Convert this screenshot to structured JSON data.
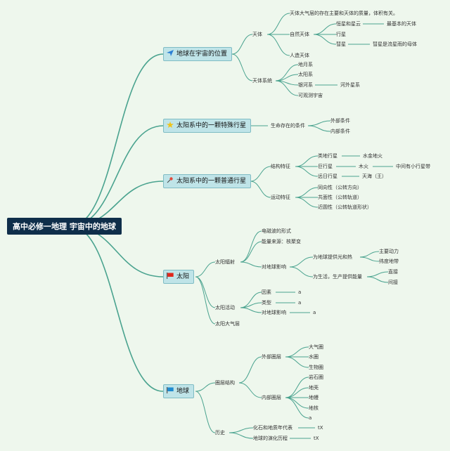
{
  "root": "高中必修一地理 宇宙中的地球",
  "branches": [
    {
      "label": "地球在宇宙的位置",
      "icon": "paper-plane-icon"
    },
    {
      "label": "太阳系中的一颗特殊行星",
      "icon": "star-icon"
    },
    {
      "label": "太阳系中的一颗普通行星",
      "icon": "pin-icon"
    },
    {
      "label": "太阳",
      "icon": "red-flag-icon"
    },
    {
      "label": "地球",
      "icon": "blue-flag-icon"
    }
  ],
  "nodes": {
    "b1": [
      "天体",
      "天体大气层的存在主要和天体的质量，体积有关。",
      "自然天体",
      "恒星和星云",
      "最基本的天体",
      "行星",
      "彗星",
      "彗星是流星雨的母体",
      "人造天体",
      "天体系统",
      "地月系",
      "太阳系",
      "银河系",
      "河外星系",
      "可观测宇宙"
    ],
    "b2": [
      "生命存在的条件",
      "外部条件",
      "内部条件"
    ],
    "b3": [
      "结构特征",
      "类地行星",
      "水金地火",
      "巨行星",
      "木火",
      "中间有小行星带",
      "远日行星",
      "天海（王）",
      "运动特征",
      "同向性（公转方向）",
      "共面性（公转轨道）",
      "近圆性（公转轨道形状）"
    ],
    "b4": [
      "太阳辐射",
      "电磁波的形式",
      "能量来源：核聚变",
      "对地球影响",
      "为地球提供光和热",
      "主要动力",
      "纬度地带",
      "为生活，生产提供能量",
      "直接",
      "间接",
      "太阳活动",
      "因素",
      "a",
      "类型",
      "a",
      "对地球影响",
      "a",
      "太阳大气层"
    ],
    "b5": [
      "圈层结构",
      "外部圈层",
      "大气圈",
      "水圈",
      "生物圈",
      "内部圈层",
      "岩石圈",
      "地壳",
      "地幔",
      "地核",
      "a",
      "历史",
      "化石和地质年代表",
      "tX",
      "地球的演化历程",
      "tX"
    ]
  }
}
